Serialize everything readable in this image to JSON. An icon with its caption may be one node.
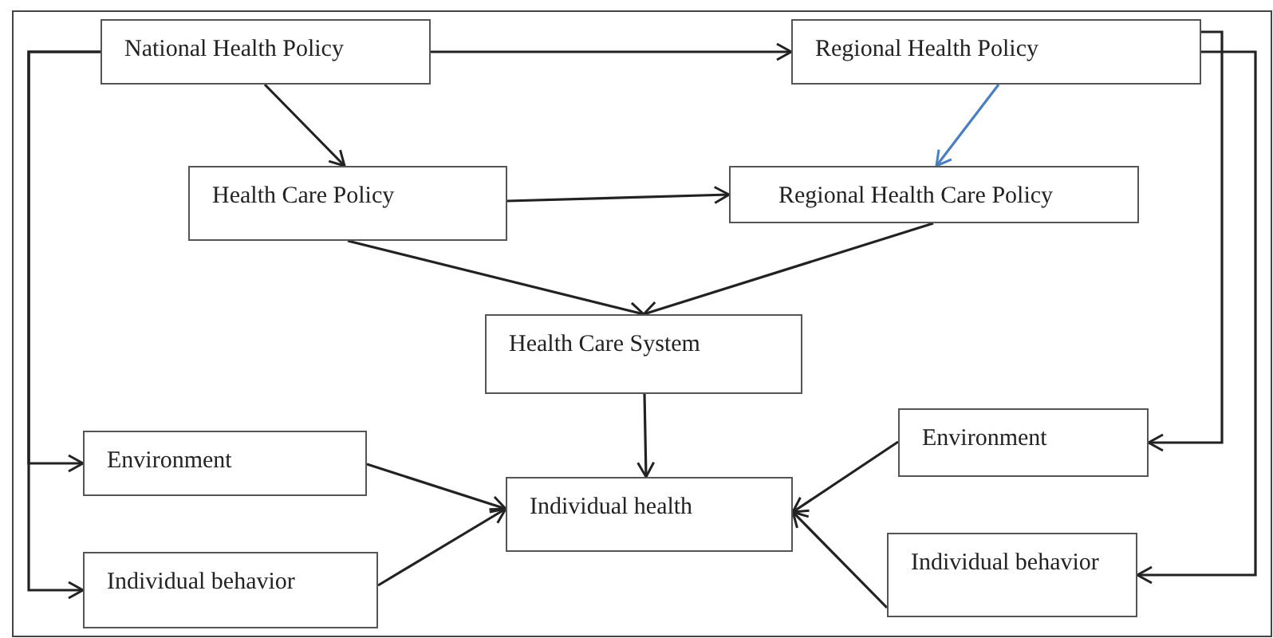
{
  "diagram": {
    "nodes": [
      {
        "text": [
          "National Health Policy"
        ]
      },
      {
        "text": [
          "Regional Health Policy"
        ]
      },
      {
        "text": [
          "Health Care Policy"
        ]
      },
      {
        "text": [
          "Regional Health Care Policy"
        ]
      },
      {
        "text": [
          "Health Care System"
        ]
      },
      {
        "text": [
          "Environment"
        ]
      },
      {
        "text": [
          "Individual behavior"
        ]
      },
      {
        "text": [
          "Individual health"
        ]
      },
      {
        "text": [
          "Environment"
        ]
      },
      {
        "text": [
          "Individual behavior"
        ]
      }
    ],
    "edges": [
      {
        "from": 0,
        "to": 1,
        "arrow": "to"
      },
      {
        "from": 0,
        "to": 2,
        "arrow": "to"
      },
      {
        "from": 1,
        "to": 3,
        "arrow": "to",
        "color": "#4a7fc1"
      },
      {
        "from": 2,
        "to": 3,
        "arrow": "to"
      },
      {
        "from": 2,
        "to": 4,
        "arrow": "to"
      },
      {
        "from": 3,
        "to": 4,
        "arrow": "to"
      },
      {
        "from": 4,
        "to": 7,
        "arrow": "to"
      },
      {
        "from": 5,
        "to": 7,
        "arrow": "to"
      },
      {
        "from": 6,
        "to": 7,
        "arrow": "to"
      },
      {
        "from": 8,
        "to": 7,
        "arrow": "to"
      },
      {
        "from": 9,
        "to": 7,
        "arrow": "to"
      },
      {
        "from": 0,
        "to": 5,
        "arrow": "to"
      },
      {
        "from": 0,
        "to": 6,
        "arrow": "to"
      },
      {
        "from": 1,
        "to": 8,
        "arrow": "to"
      },
      {
        "from": 1,
        "to": 9,
        "arrow": "to"
      }
    ]
  }
}
